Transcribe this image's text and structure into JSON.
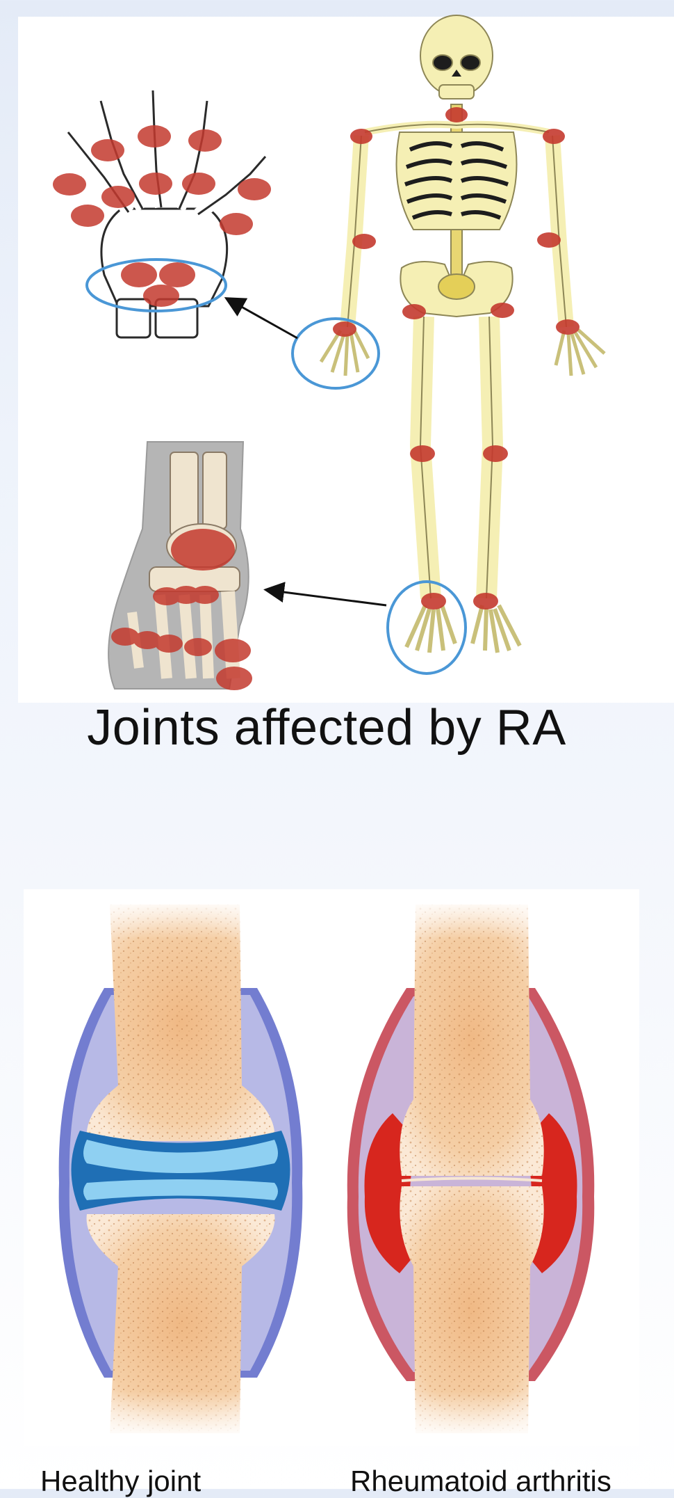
{
  "top_figure": {
    "caption": "Joints affected by RA",
    "highlight_color": "#c43a2f",
    "circle_color": "#4a97d6",
    "bone_color": "#f5efb4"
  },
  "bottom_figure": {
    "healthy_label": "Healthy joint",
    "ra_label": "Rheumatoid arthritis",
    "bone_color": "#f2c694",
    "cartilage_color": "#2f8fd0",
    "inflammation_color": "#d7261e"
  }
}
